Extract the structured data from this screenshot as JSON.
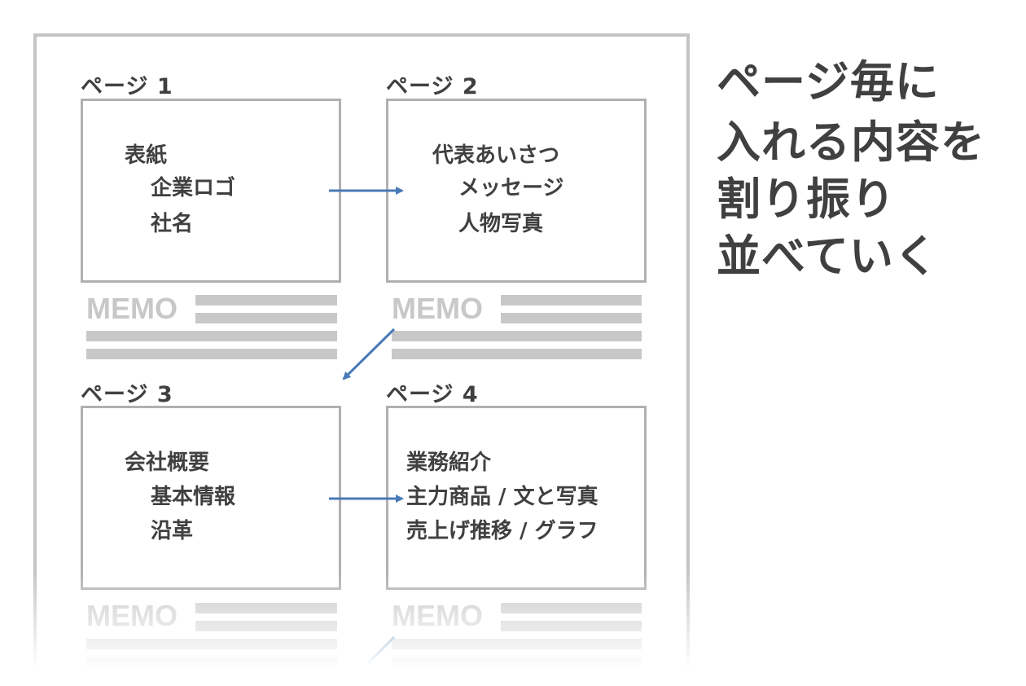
{
  "title_lines": [
    "ページ毎に",
    "入れる内容を",
    "割り振り",
    "並べていく"
  ],
  "memo_label": "MEMO",
  "arrow_color": "#4a7ab8",
  "pages": [
    {
      "label": "ページ 1",
      "lines": [
        "表紙",
        "企業ロゴ",
        "社名"
      ]
    },
    {
      "label": "ページ 2",
      "lines": [
        "代表あいさつ",
        "メッセージ",
        "人物写真"
      ]
    },
    {
      "label": "ページ 3",
      "lines": [
        "会社概要",
        "基本情報",
        "沿革"
      ]
    },
    {
      "label": "ページ 4",
      "lines": [
        "業務紹介",
        "主力商品 / 文と写真",
        "売上げ推移 / グラフ"
      ]
    }
  ]
}
